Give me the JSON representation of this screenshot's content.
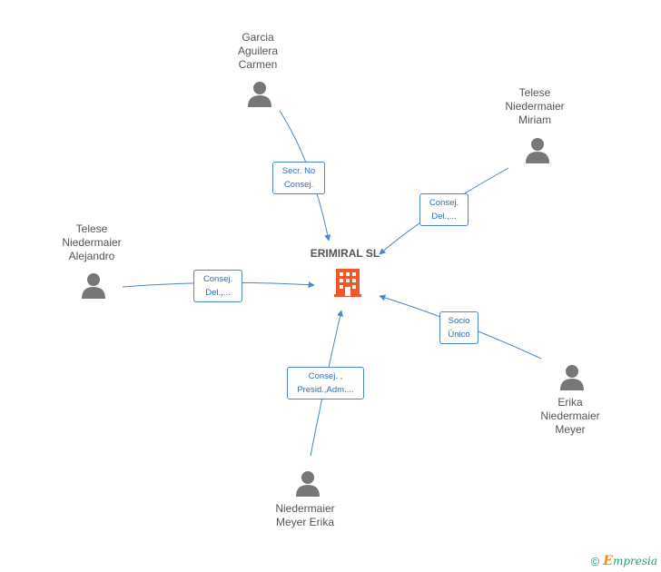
{
  "company": {
    "name": "ERIMIRAL SL",
    "icon": "building-icon",
    "color": "#f0582a"
  },
  "people": [
    {
      "name": "Garcia\nAguilera\nCarmen",
      "icon": "person-icon"
    },
    {
      "name": "Telese\nNiedermaier\nMiriam",
      "icon": "person-icon"
    },
    {
      "name": "Telese\nNiedermaier\nAlejandro",
      "icon": "person-icon"
    },
    {
      "name": "Erika\nNiedermaier\nMeyer",
      "icon": "person-icon"
    },
    {
      "name": "Niedermaier\nMeyer Erika",
      "icon": "person-icon"
    }
  ],
  "relations": [
    {
      "label": "Secr.  No\nConsej."
    },
    {
      "label": "Consej.\nDel.,..."
    },
    {
      "label": "Consej.\nDel.,..."
    },
    {
      "label": "Socio\nÚnico"
    },
    {
      "label": "Consej. ,\nPresid.,Adm...."
    }
  ],
  "footer": {
    "copyright_symbol": "©",
    "brand_initial": "E",
    "brand_rest": "mpresia"
  },
  "colors": {
    "edge": "#4a86c8",
    "person": "#777777",
    "label_text": "#2f6db5"
  }
}
